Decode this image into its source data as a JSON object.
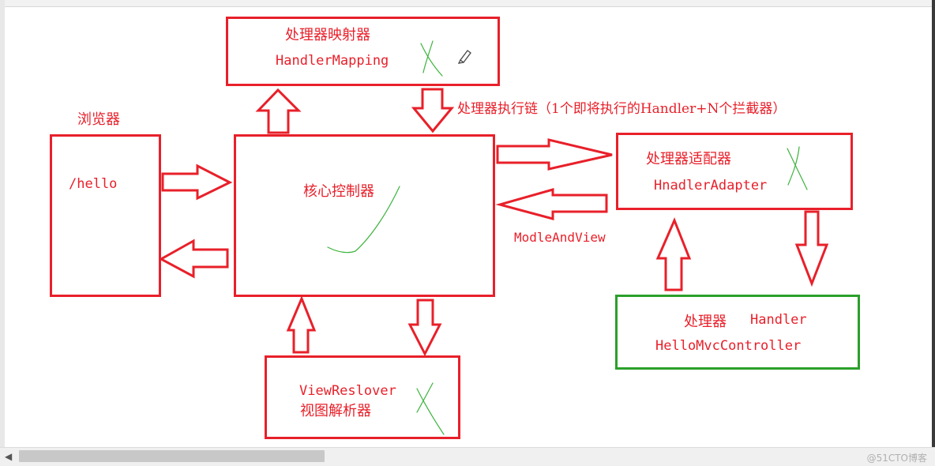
{
  "labels": {
    "handler_mapping_cn": "处理器映射器",
    "handler_mapping_en": "HandlerMapping",
    "execution_chain": "处理器执行链（1个即将执行的Handler+N个拦截器）",
    "browser_title": "浏览器",
    "browser_url": "/hello",
    "dispatcher": "核心控制器",
    "adapter_cn": "处理器适配器",
    "adapter_en": "HnadlerAdapter",
    "model_and_view": "ModleAndView",
    "handler_cn": "处理器",
    "handler_en": "Handler",
    "controller": "HelloMvcController",
    "view_resolver_en": "ViewReslover",
    "view_resolver_cn": "视图解析器"
  },
  "watermark": "@51CTO博客",
  "colors": {
    "red": "#e8202a",
    "green_box": "#2aa02a",
    "green_scribble": "#3cb33c"
  },
  "icons": [
    "pencil-icon",
    "scroll-left-arrow-icon"
  ]
}
